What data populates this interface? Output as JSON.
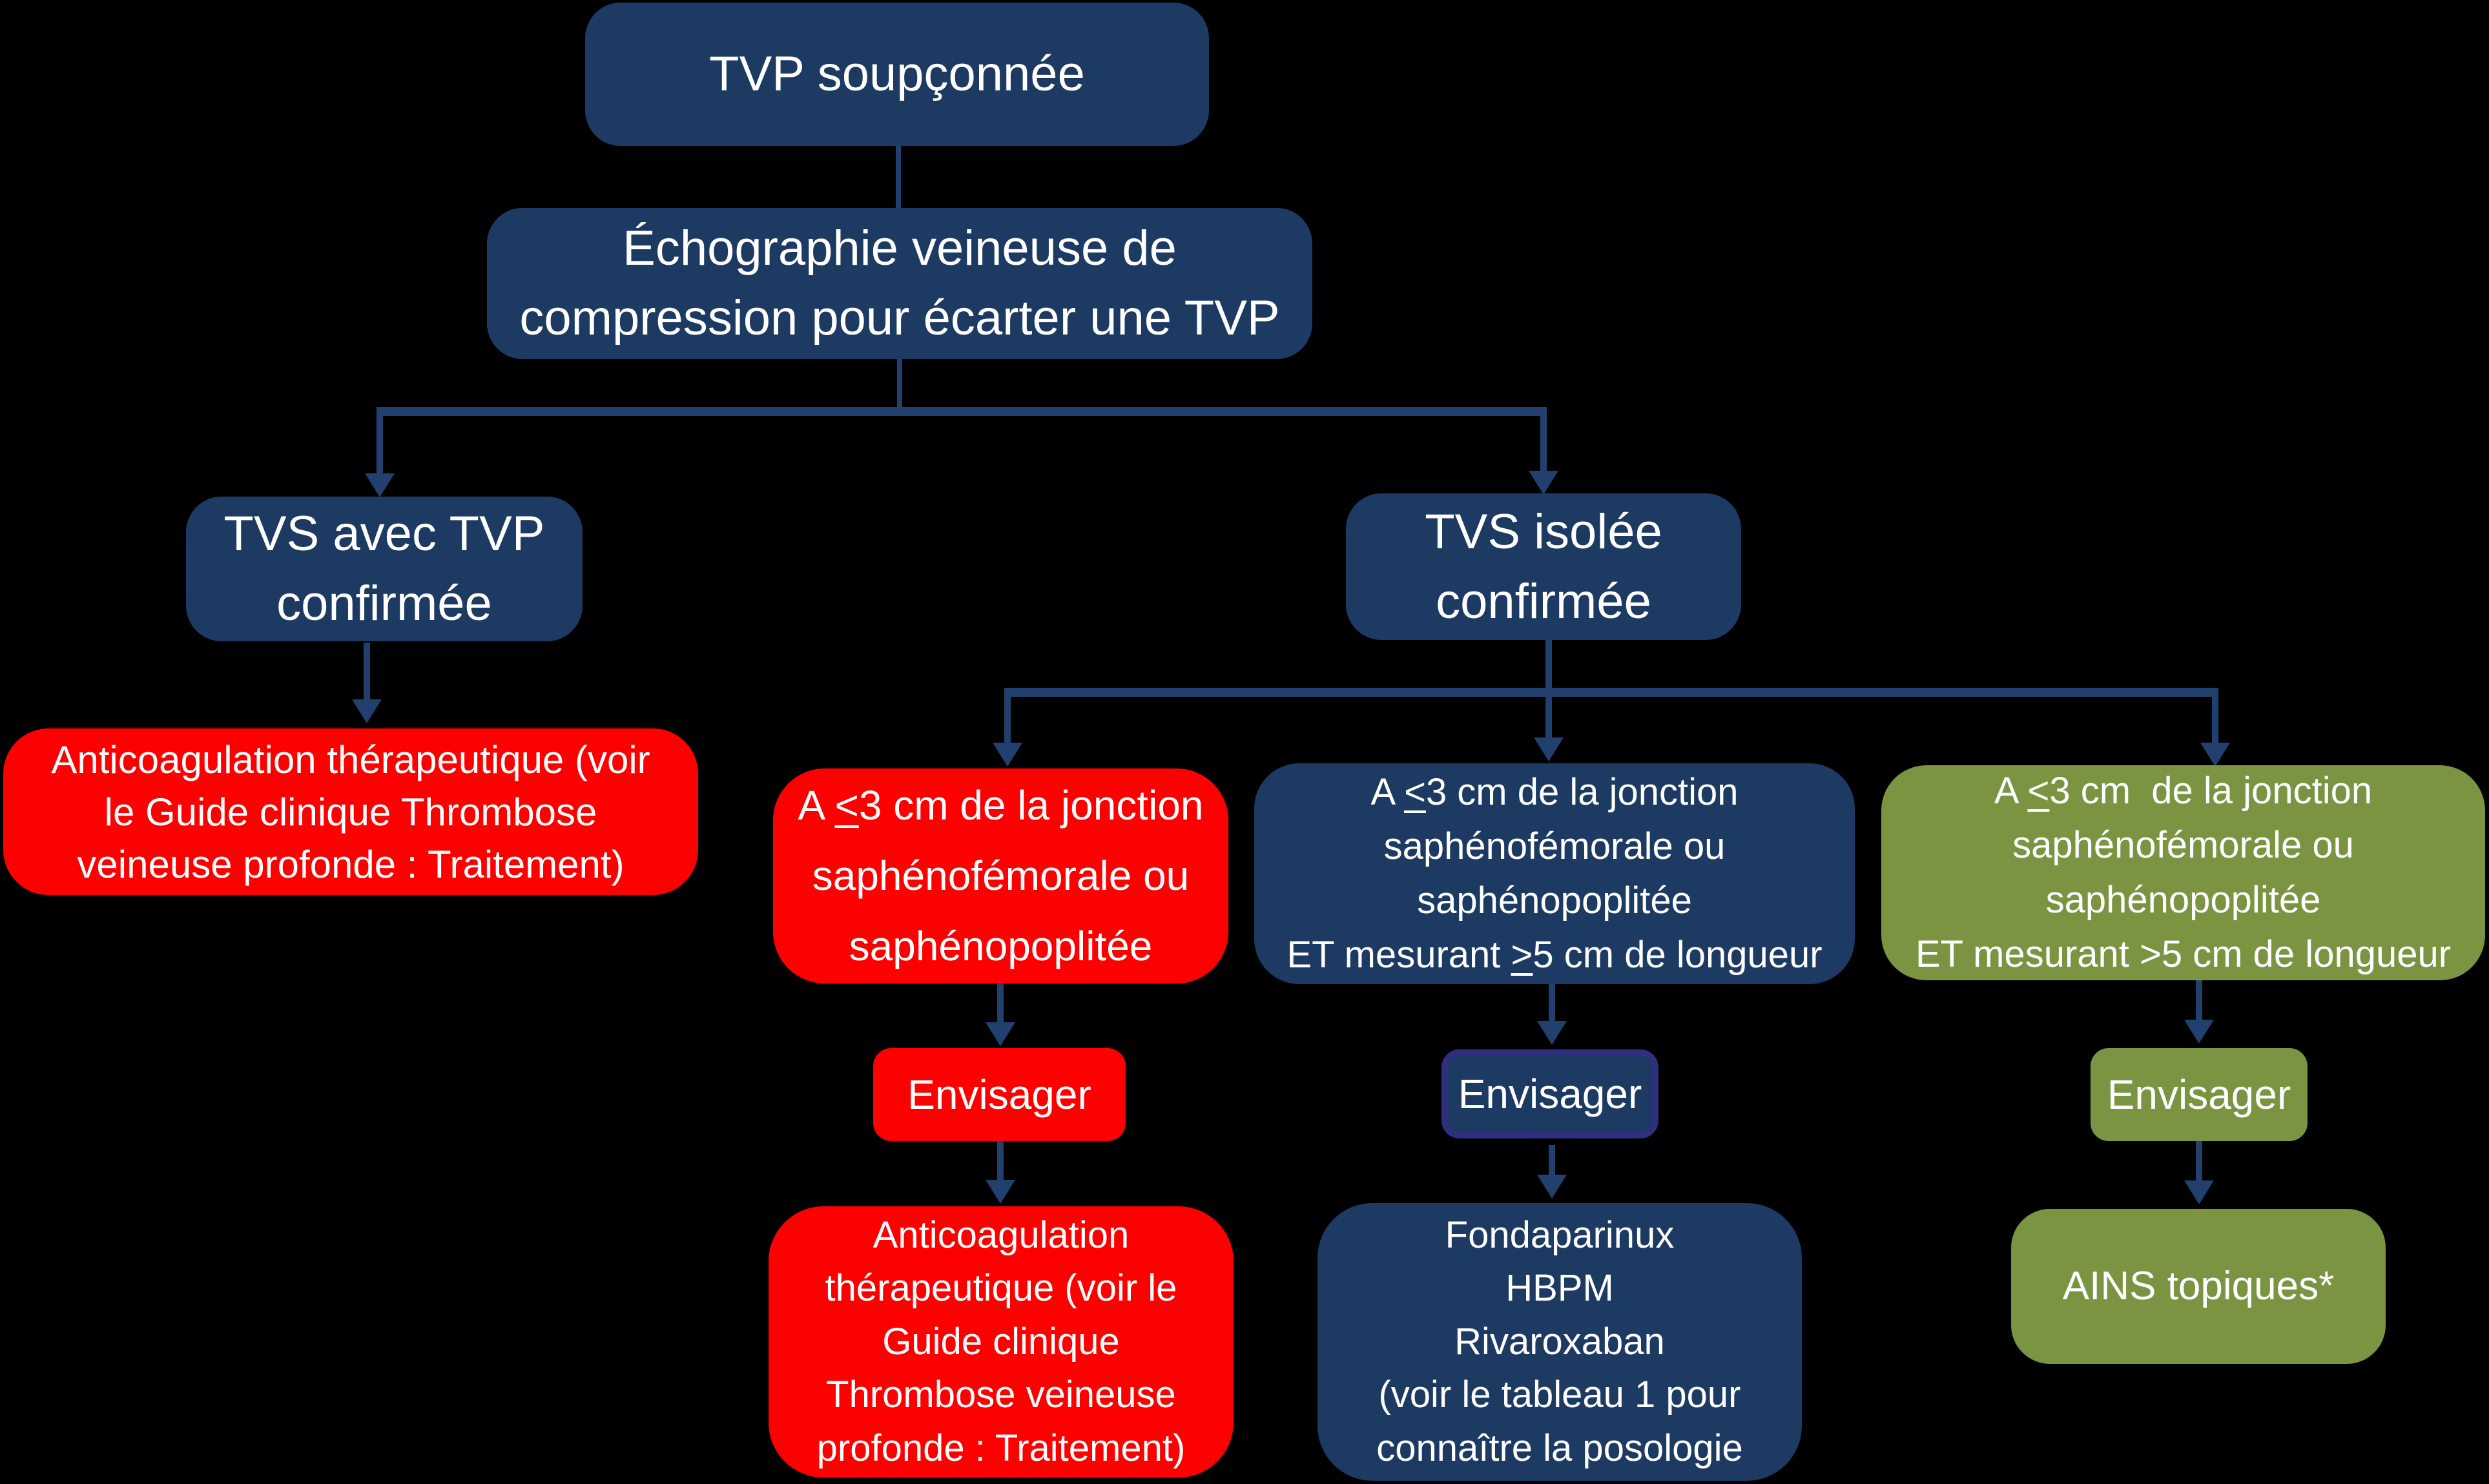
{
  "palette": {
    "background": "#000000",
    "navy_fill": "#1d3a63",
    "red_fill": "#fd0000",
    "green_fill": "#7a9442",
    "envisager_navy_border": "#2e2f7e",
    "connector": "#21406e",
    "text": "#ffffff"
  },
  "flowchart": {
    "root": {
      "label": "TVP soupçonnée"
    },
    "ultrasound": {
      "label": "Échographie veineuse de\ncompression pour écarter une TVP"
    },
    "branch_tvs_with_tvp": {
      "label": "TVS avec TVP\nconfirmée"
    },
    "branch_tvs_isolated": {
      "label": "TVS isolée\nconfirmée"
    },
    "outcome_anticoagulation_tvp": {
      "label": "Anticoagulation thérapeutique (voir\nle Guide clinique Thrombose\nveineuse profonde : Traitement)"
    },
    "condition_junction_red": {
      "label": "A ≤3 cm de la jonction\nsaphénofémorale ou\nsaphénopoplitée"
    },
    "condition_junction_navy": {
      "label": "A ≤3 cm de la jonction\nsaphénofémorale ou\nsaphénopoplitée\nET mesurant ≥5 cm de longueur"
    },
    "condition_junction_green": {
      "label": "A ≤3 cm  de la jonction\nsaphénofémorale ou\nsaphénopoplitée\nET mesurant >5 cm de longueur"
    },
    "consider_red": {
      "label": "Envisager"
    },
    "consider_navy": {
      "label": "Envisager"
    },
    "consider_green": {
      "label": "Envisager"
    },
    "outcome_anticoagulation_tvs": {
      "label": "Anticoagulation\nthérapeutique (voir le\nGuide clinique\nThrombose veineuse\nprofonde : Traitement)"
    },
    "outcome_drugs": {
      "label": "Fondaparinux\nHBPM\nRivaroxaban\n(voir le tableau 1 pour\nconnaître la posologie"
    },
    "outcome_topical_nsaids": {
      "label": "AINS topiques*"
    }
  }
}
